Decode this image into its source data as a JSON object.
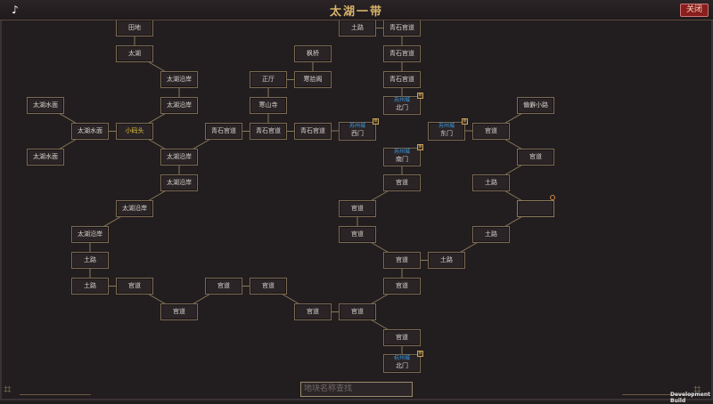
{
  "window": {
    "title": "太湖一带",
    "close_label": "关闭"
  },
  "search": {
    "placeholder": "地块名称查找"
  },
  "footer": {
    "build_label": "Development Build"
  },
  "colors": {
    "node_border": "#7a6a52",
    "gold_text": "#e4c23a",
    "city_text": "#3aa0e8",
    "link": "#8a7a5a"
  },
  "icons": {
    "app": "tiktok-icon",
    "corner": "ornament-icon",
    "badge": "shop-icon",
    "pin": "location-pin-icon"
  },
  "nodes": [
    {
      "id": "tiandi",
      "label": "田地"
    },
    {
      "id": "taihu",
      "label": "太湖"
    },
    {
      "id": "tuluA",
      "label": "土路"
    },
    {
      "id": "qsA1",
      "label": "青石官道"
    },
    {
      "id": "qsA2",
      "label": "青石官道"
    },
    {
      "id": "qsA3",
      "label": "青石官道"
    },
    {
      "id": "fengqiao",
      "label": "枫桥"
    },
    {
      "id": "zhengting",
      "label": "正厅"
    },
    {
      "id": "hanqiaoting",
      "label": "寒拾阁"
    },
    {
      "id": "hanshansi",
      "label": "寒山寺"
    },
    {
      "id": "beimen",
      "label": "北门",
      "sub": "苏州城",
      "badge": true
    },
    {
      "id": "tha1",
      "label": "太湖沿岸"
    },
    {
      "id": "tha2",
      "label": "太湖沿岸"
    },
    {
      "id": "thsm1",
      "label": "太湖水面"
    },
    {
      "id": "thsm2",
      "label": "太湖水面"
    },
    {
      "id": "thsm3",
      "label": "太湖水面"
    },
    {
      "id": "xiaomatou",
      "label": "小码头",
      "gold": true
    },
    {
      "id": "qsB1",
      "label": "青石官道"
    },
    {
      "id": "qsB2",
      "label": "青石官道"
    },
    {
      "id": "qsB3",
      "label": "青石官道"
    },
    {
      "id": "ximen",
      "label": "西门",
      "sub": "苏州城",
      "badge": true
    },
    {
      "id": "dongmen",
      "label": "东门",
      "sub": "苏州城",
      "badge": true
    },
    {
      "id": "gdE1",
      "label": "官道"
    },
    {
      "id": "pianpi",
      "label": "偏僻小路"
    },
    {
      "id": "tha3",
      "label": "太湖沿岸"
    },
    {
      "id": "nanmen",
      "label": "南门",
      "sub": "苏州城",
      "badge": true
    },
    {
      "id": "gdE2",
      "label": "官道"
    },
    {
      "id": "tha4",
      "label": "太湖沿岸"
    },
    {
      "id": "gdC1",
      "label": "官道"
    },
    {
      "id": "tuluE1",
      "label": "土路"
    },
    {
      "id": "tha5",
      "label": "太湖沿岸"
    },
    {
      "id": "gdC2",
      "label": "官道"
    },
    {
      "id": "emptyE",
      "label": "",
      "pin": true
    },
    {
      "id": "tha6",
      "label": "太湖沿岸"
    },
    {
      "id": "gdC3",
      "label": "官道"
    },
    {
      "id": "tuluE2",
      "label": "土路"
    },
    {
      "id": "tuluW1",
      "label": "土路"
    },
    {
      "id": "gdC4",
      "label": "官道"
    },
    {
      "id": "tuluC",
      "label": "土路"
    },
    {
      "id": "tuluW2",
      "label": "土路"
    },
    {
      "id": "gdW1",
      "label": "官道"
    },
    {
      "id": "gdM1",
      "label": "官道"
    },
    {
      "id": "gdM2",
      "label": "官道"
    },
    {
      "id": "gdC5",
      "label": "官道"
    },
    {
      "id": "gdW2",
      "label": "官道"
    },
    {
      "id": "gdM3",
      "label": "官道"
    },
    {
      "id": "gdC6",
      "label": "官道"
    },
    {
      "id": "gdC7",
      "label": "官道"
    },
    {
      "id": "hangzhou",
      "label": "北门",
      "sub": "杭州城",
      "badge": true
    }
  ]
}
